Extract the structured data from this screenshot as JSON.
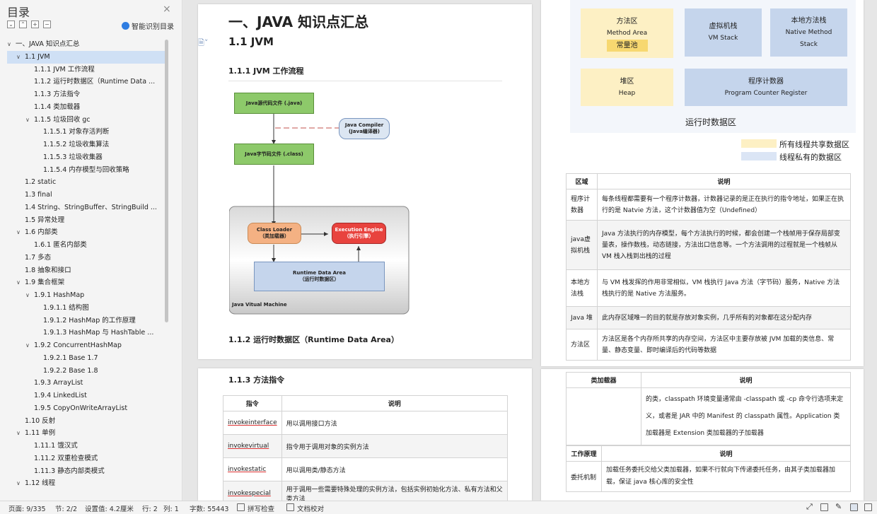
{
  "sidebar": {
    "title": "目录",
    "ai_label": "智能识别目录",
    "toc": [
      {
        "label": "一、JAVA 知识点汇总",
        "level": 0,
        "chev": "∨"
      },
      {
        "label": "1.1 JVM",
        "level": 1,
        "chev": "∨",
        "active": true
      },
      {
        "label": "1.1.1 JVM 工作流程",
        "level": 2
      },
      {
        "label": "1.1.2 运行时数据区（Runtime Data ...",
        "level": 2
      },
      {
        "label": "1.1.3 方法指令",
        "level": 2
      },
      {
        "label": "1.1.4 类加载器",
        "level": 2
      },
      {
        "label": "1.1.5 垃圾回收 gc",
        "level": 2,
        "chev": "∨"
      },
      {
        "label": "1.1.5.1 对象存活判断",
        "level": 3
      },
      {
        "label": "1.1.5.2 垃圾收集算法",
        "level": 3
      },
      {
        "label": "1.1.5.3 垃圾收集器",
        "level": 3
      },
      {
        "label": "1.1.5.4 内存模型与回收策略",
        "level": 3
      },
      {
        "label": "1.2 static",
        "level": 1
      },
      {
        "label": "1.3 final",
        "level": 1
      },
      {
        "label": "1.4 String、StringBuffer、StringBuild ...",
        "level": 1
      },
      {
        "label": "1.5 异常处理",
        "level": 1
      },
      {
        "label": "1.6 内部类",
        "level": 1,
        "chev": "∨"
      },
      {
        "label": "1.6.1 匿名内部类",
        "level": 2
      },
      {
        "label": "1.7 多态",
        "level": 1
      },
      {
        "label": "1.8 抽象和接口",
        "level": 1
      },
      {
        "label": "1.9 集合框架",
        "level": 1,
        "chev": "∨"
      },
      {
        "label": "1.9.1 HashMap",
        "level": 2,
        "chev": "∨"
      },
      {
        "label": "1.9.1.1 结构图",
        "level": 3
      },
      {
        "label": "1.9.1.2 HashMap 的工作原理",
        "level": 3
      },
      {
        "label": "1.9.1.3 HashMap 与 HashTable ...",
        "level": 3
      },
      {
        "label": "1.9.2 ConcurrentHashMap",
        "level": 2,
        "chev": "∨"
      },
      {
        "label": "1.9.2.1 Base 1.7",
        "level": 3
      },
      {
        "label": "1.9.2.2 Base 1.8",
        "level": 3
      },
      {
        "label": "1.9.3 ArrayList",
        "level": 2
      },
      {
        "label": "1.9.4 LinkedList",
        "level": 2
      },
      {
        "label": "1.9.5 CopyOnWriteArrayList",
        "level": 2
      },
      {
        "label": "1.10 反射",
        "level": 1
      },
      {
        "label": "1.11 单例",
        "level": 1,
        "chev": "∨"
      },
      {
        "label": "1.11.1 饿汉式",
        "level": 2
      },
      {
        "label": "1.11.2 双重检查模式",
        "level": 2
      },
      {
        "label": "1.11.3 静态内部类模式",
        "level": 2
      },
      {
        "label": "1.12 线程",
        "level": 1,
        "chev": "∨"
      }
    ]
  },
  "page1": {
    "h1": "一、JAVA 知识点汇总",
    "h2": "1.1 JVM",
    "h3": "1.1.1 JVM 工作流程",
    "h3b": "1.1.2 运行时数据区（Runtime Data Area）",
    "flow": {
      "src": "Java源代码文件 (.java)",
      "compiler": "Java Compiler\n(Java编译器)",
      "bytecode": "Java字节码文件 (.class)",
      "classloader": "Class Loader\n（类加载器）",
      "engine": "Execution Engine\n（执行引擎）",
      "runtime": "Runtime Data Area\n（运行时数据区）",
      "jvm": "Java Vitual Machine"
    }
  },
  "page2": {
    "h3": "1.1.3 方法指令",
    "headers": [
      "指令",
      "说明"
    ],
    "rows": [
      [
        "invokeinterface",
        "用以调用接口方法"
      ],
      [
        "invokevirtual",
        "指令用于调用对象的实例方法"
      ],
      [
        "invokestatic",
        "用以调用类/静态方法"
      ],
      [
        "invokespecial",
        "用于调用一些需要特殊处理的实例方法，包括实例初始化方法、私有方法和父类方法"
      ]
    ]
  },
  "page3": {
    "mem": {
      "method_area": "方法区",
      "method_area_en": "Method Area",
      "const_pool": "常量池",
      "vm_stack": "虚拟机栈",
      "vm_stack_en": "VM Stack",
      "native_stack": "本地方法栈",
      "native_stack_en": "Native Method\nStack",
      "heap": "堆区",
      "heap_en": "Heap",
      "pc": "程序计数器",
      "pc_en": "Program Counter Register",
      "caption": "运行时数据区",
      "legend_shared": "所有线程共享数据区",
      "legend_private": "线程私有的数据区"
    },
    "headers": [
      "区域",
      "说明"
    ],
    "rows": [
      [
        "程序计数器",
        "每条线程都需要有一个程序计数器，计数器记录的是正在执行的指令地址，如果正在执行的是 Natvie 方法，这个计数器值为空（Undefined）"
      ],
      [
        "java虚拟机栈",
        "Java 方法执行的内存模型，每个方法执行的时候，都会创建一个栈帧用于保存局部变量表，操作数栈，动态链接，方法出口信息等。一个方法调用的过程就是一个栈帧从 VM 栈入栈到出栈的过程"
      ],
      [
        "本地方法栈",
        "与 VM 栈发挥的作用非常相似，VM 栈执行 Java 方法（字节码）服务，Native 方法栈执行的是 Native 方法服务。"
      ],
      [
        "Java 堆",
        "此内存区域唯一的目的就是存放对象实例，几乎所有的对象都在这分配内存"
      ],
      [
        "方法区",
        "方法区是各个内存所共享的内存空间，方法区中主要存放被 JVM 加载的类信息、常量、静态变量、即时编译后的代码等数据"
      ]
    ]
  },
  "page4": {
    "headers": [
      "类加载器",
      "说明"
    ],
    "row1": "的类，classpath 环境变量通常由 -classpath 或 -cp 命令行选项来定义，或者是 JAR 中的 Manifest 的 classpath 属性。Application 类加载器是 Extension 类加载器的子加载器",
    "headers2": [
      "工作原理",
      "说明"
    ],
    "row2": [
      "委托机制",
      "加载任务委托交给父类加载器，如果不行就向下传递委托任务，由其子类加载器加载，保证 java 核心库的安全性"
    ]
  },
  "status": {
    "page": "页面: 9/335",
    "section": "节: 2/2",
    "setting": "设置值: 4.2厘米",
    "row": "行: 2",
    "col": "列: 1",
    "words": "字数: 55443",
    "spell": "拼写检查",
    "proof": "文档校对"
  },
  "colors": {
    "shared": "#fdf0c4",
    "private": "#dbe5f5",
    "accent": "#2f7de1"
  }
}
